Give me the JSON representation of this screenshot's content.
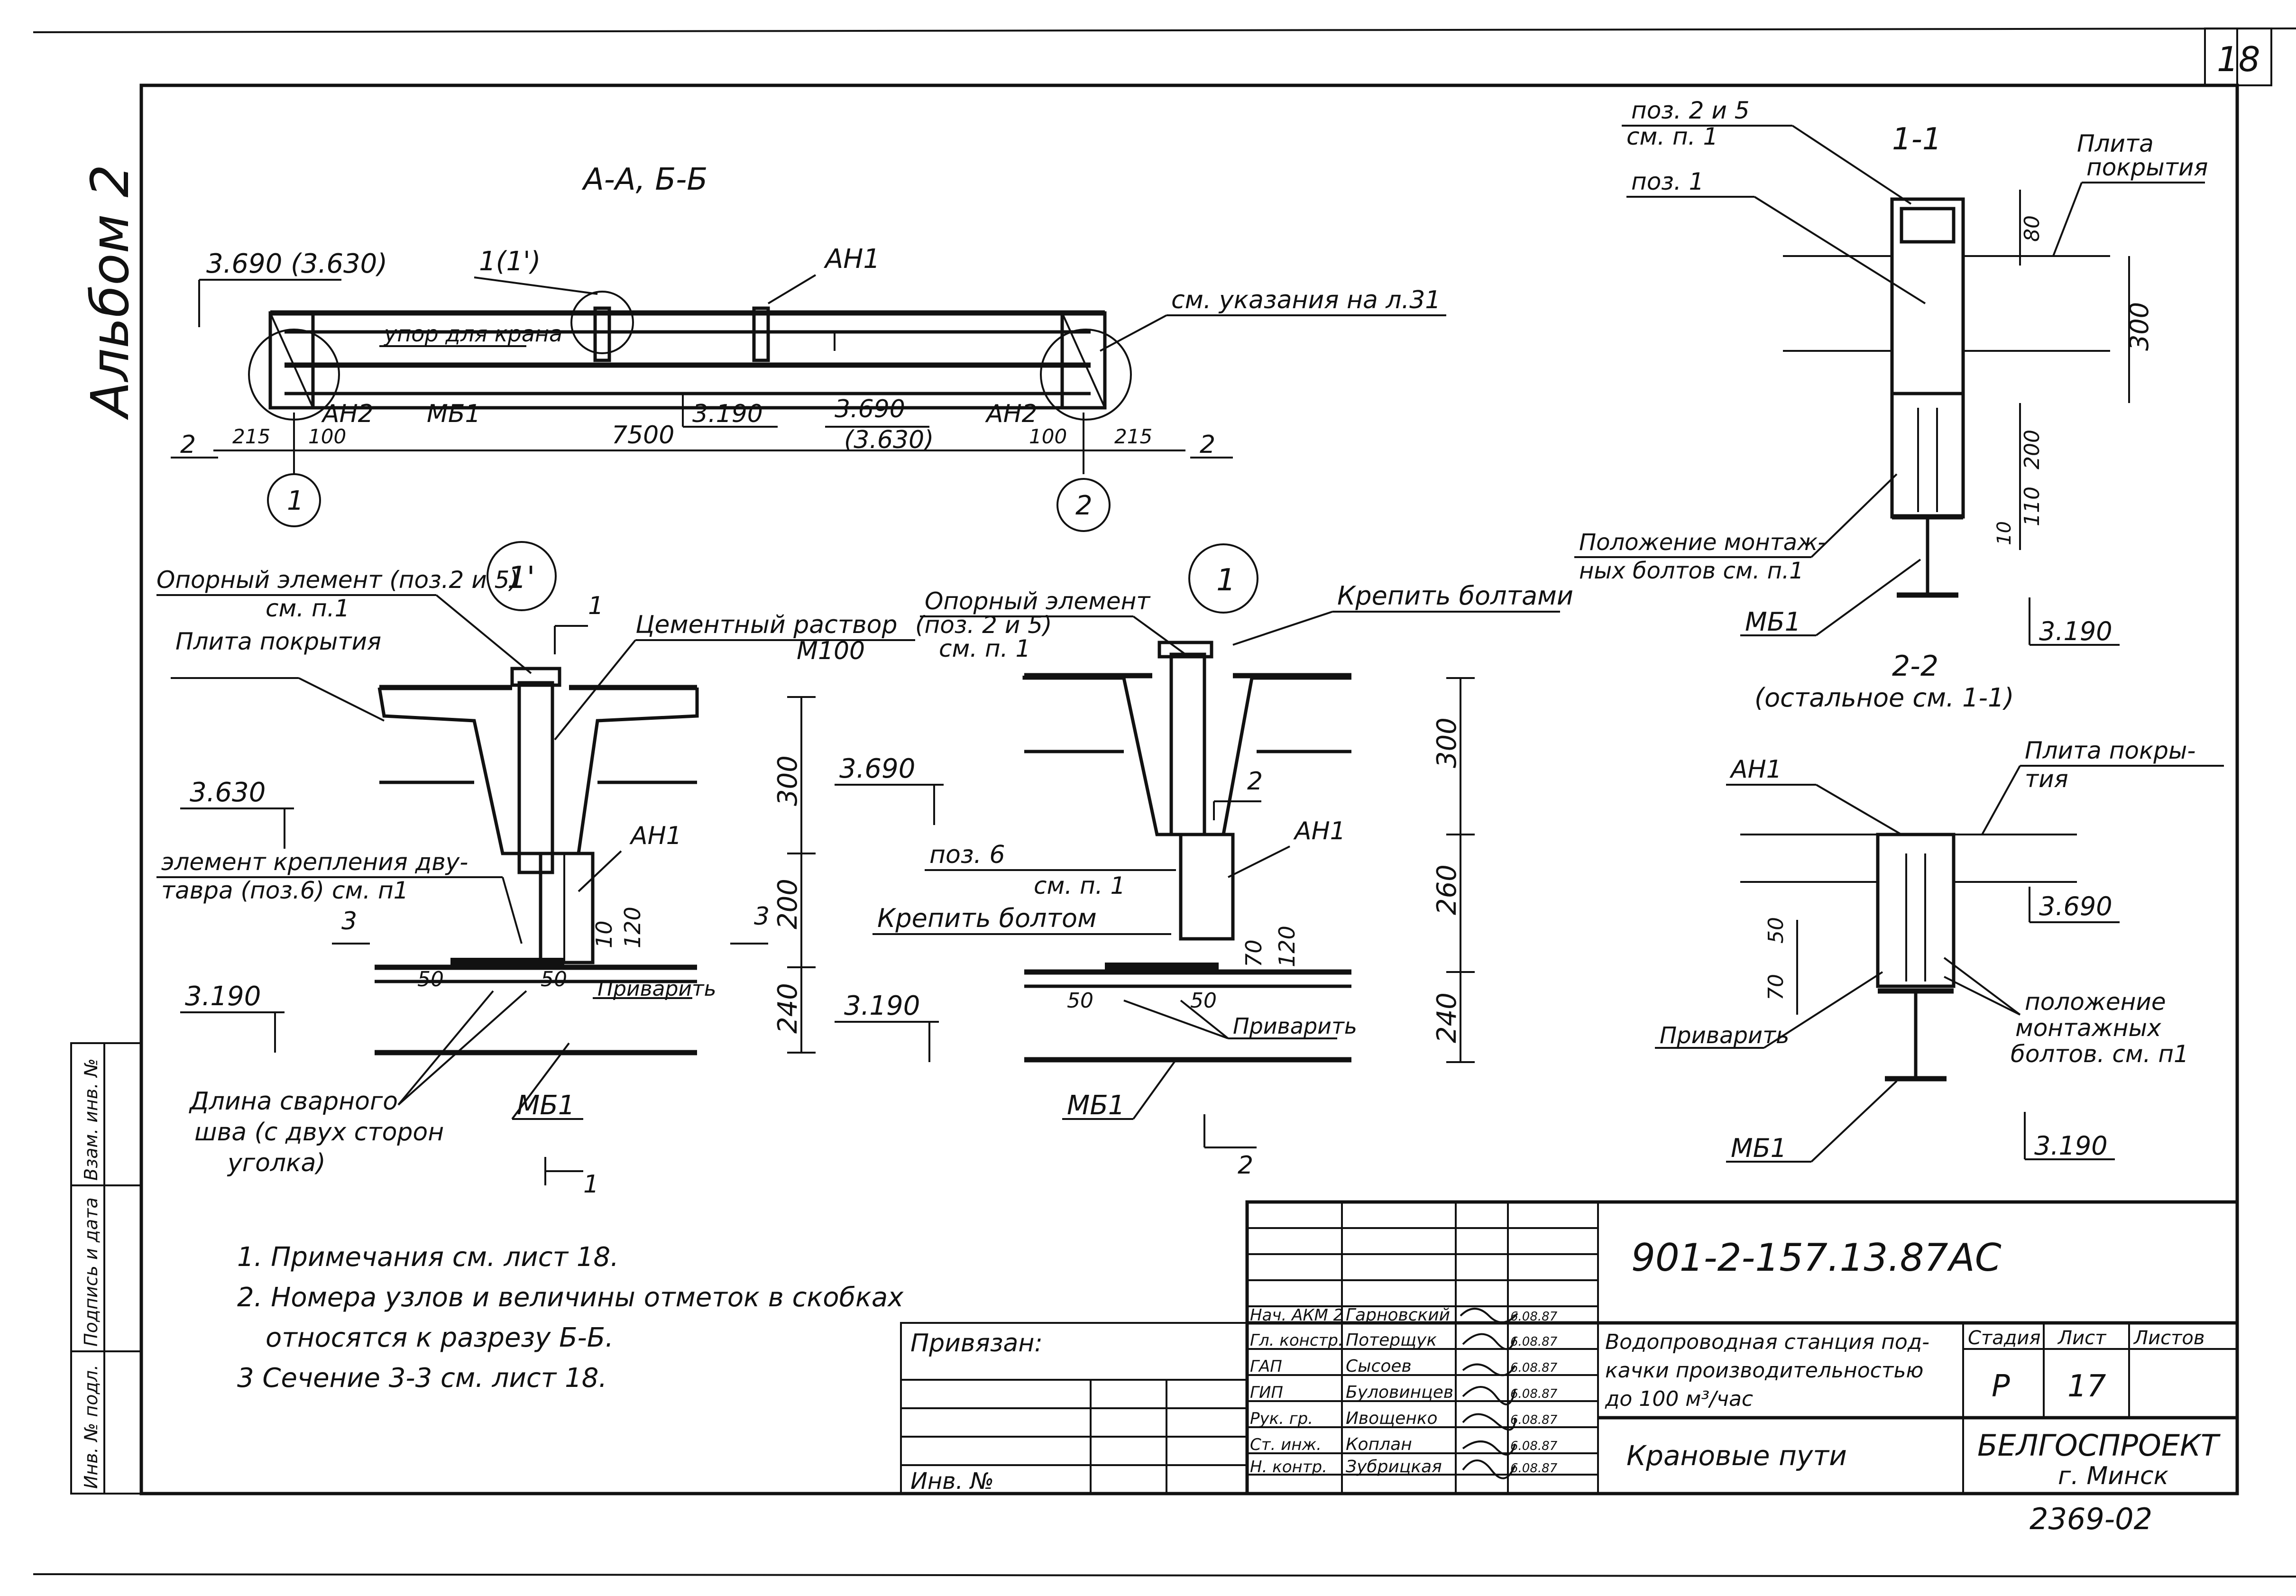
{
  "sheet_number": "18",
  "album_label": "Альбом 2",
  "side_stamp": [
    "Инв. № подл.",
    "Подпись и дата",
    "Взам. инв. №"
  ],
  "views": {
    "main_section": {
      "title": "А-А, Б-Б",
      "levels": [
        "3.690 (3.630)",
        "3.190",
        "3.690",
        "(3.630)"
      ],
      "labels": [
        "1(1')",
        "АН1",
        "упор для крана",
        "см. указания на л.31",
        "АН2",
        "МБ1",
        "АН2"
      ],
      "dims": [
        "215",
        "100",
        "7500",
        "100",
        "215"
      ],
      "section_marks": [
        "2",
        "2"
      ],
      "axes": [
        "1",
        "2"
      ]
    },
    "node_1prime": {
      "circle": "1'",
      "labels": [
        "Опорный элемент (поз.2 и 5)",
        "см. п.1",
        "Плита покрытия",
        "Цементный раствор",
        "М100",
        "элемент крепления дву-",
        "тавра (поз.6) см. п1",
        "АН1",
        "Приварить",
        "Длина сварного",
        "шва (с двух сторон",
        "уголка)",
        "МБ1"
      ],
      "levels": [
        "3.630",
        "3.190"
      ],
      "dims": [
        "300",
        "200",
        "240",
        "10",
        "120",
        "50",
        "50"
      ],
      "section_marks": [
        "1",
        "1",
        "3",
        "3"
      ]
    },
    "node_1": {
      "circle": "1",
      "labels": [
        "Опорный элемент",
        "(поз. 2 и 5)",
        "см. п. 1",
        "Крепить болтами",
        "поз. 6",
        "см. п. 1",
        "Крепить болтом",
        "АН1",
        "Приварить",
        "МБ1"
      ],
      "levels": [
        "3.690",
        "3.190"
      ],
      "dims": [
        "300",
        "260",
        "240",
        "70",
        "120",
        "50",
        "50"
      ],
      "section_marks": [
        "2",
        "2"
      ]
    },
    "section_1_1": {
      "title": "1-1",
      "labels": [
        "поз. 2 и 5",
        "см. п. 1",
        "поз. 1",
        "Плита",
        "покрытия",
        "Положение монтаж-",
        "ных болтов см. п.1",
        "МБ1"
      ],
      "levels": [
        "3.190"
      ],
      "dims": [
        "80",
        "300",
        "200",
        "110",
        "10"
      ]
    },
    "section_2_2": {
      "title": "2-2",
      "subtitle": "(остальное см. 1-1)",
      "labels": [
        "АН1",
        "Плита покры-",
        "тия",
        "Приварить",
        "положение",
        "монтажных",
        "болтов. см. п1",
        "МБ1"
      ],
      "levels": [
        "3.690",
        "3.190"
      ],
      "dims": [
        "50",
        "70"
      ]
    }
  },
  "notes": [
    "1. Примечания см. лист 18.",
    "2. Номера узлов и величины отметок в скобках",
    "относятся к разрезу Б-Б.",
    "3 Сечение 3-3 см. лист 18."
  ],
  "title_block": {
    "doc_code": "901-2-157.13.87",
    "doc_mark": "АС",
    "bound_label": "Привязан:",
    "inv_label": "Инв. №",
    "roles": [
      "Нач. АКМ 2",
      "Гл. констр.",
      "ГАП",
      "ГИП",
      "Рук. гр.",
      "Ст. инж.",
      "Н. контр."
    ],
    "names": [
      "Гарновский",
      "Потерщук",
      "Сысоев",
      "Буловинцев",
      "Ивощенко",
      "Коплан",
      "Зубрицкая"
    ],
    "dates": [
      "6.08.87",
      "6.08.87",
      "6.08.87",
      "6.08.87",
      "6.08.87",
      "6.08.87",
      "6.08.87"
    ],
    "project_title": [
      "Водопроводная станция под-",
      "качки производительностью",
      "до 100 м³/час"
    ],
    "sheet_title": "Крановые пути",
    "stage_label": "Стадия",
    "sheet_label": "Лист",
    "sheets_label": "Листов",
    "stage": "Р",
    "sheet": "17",
    "organization": "БЕЛГОСПРОЕКТ",
    "city": "г. Минск"
  },
  "archive_number": "2369-02"
}
